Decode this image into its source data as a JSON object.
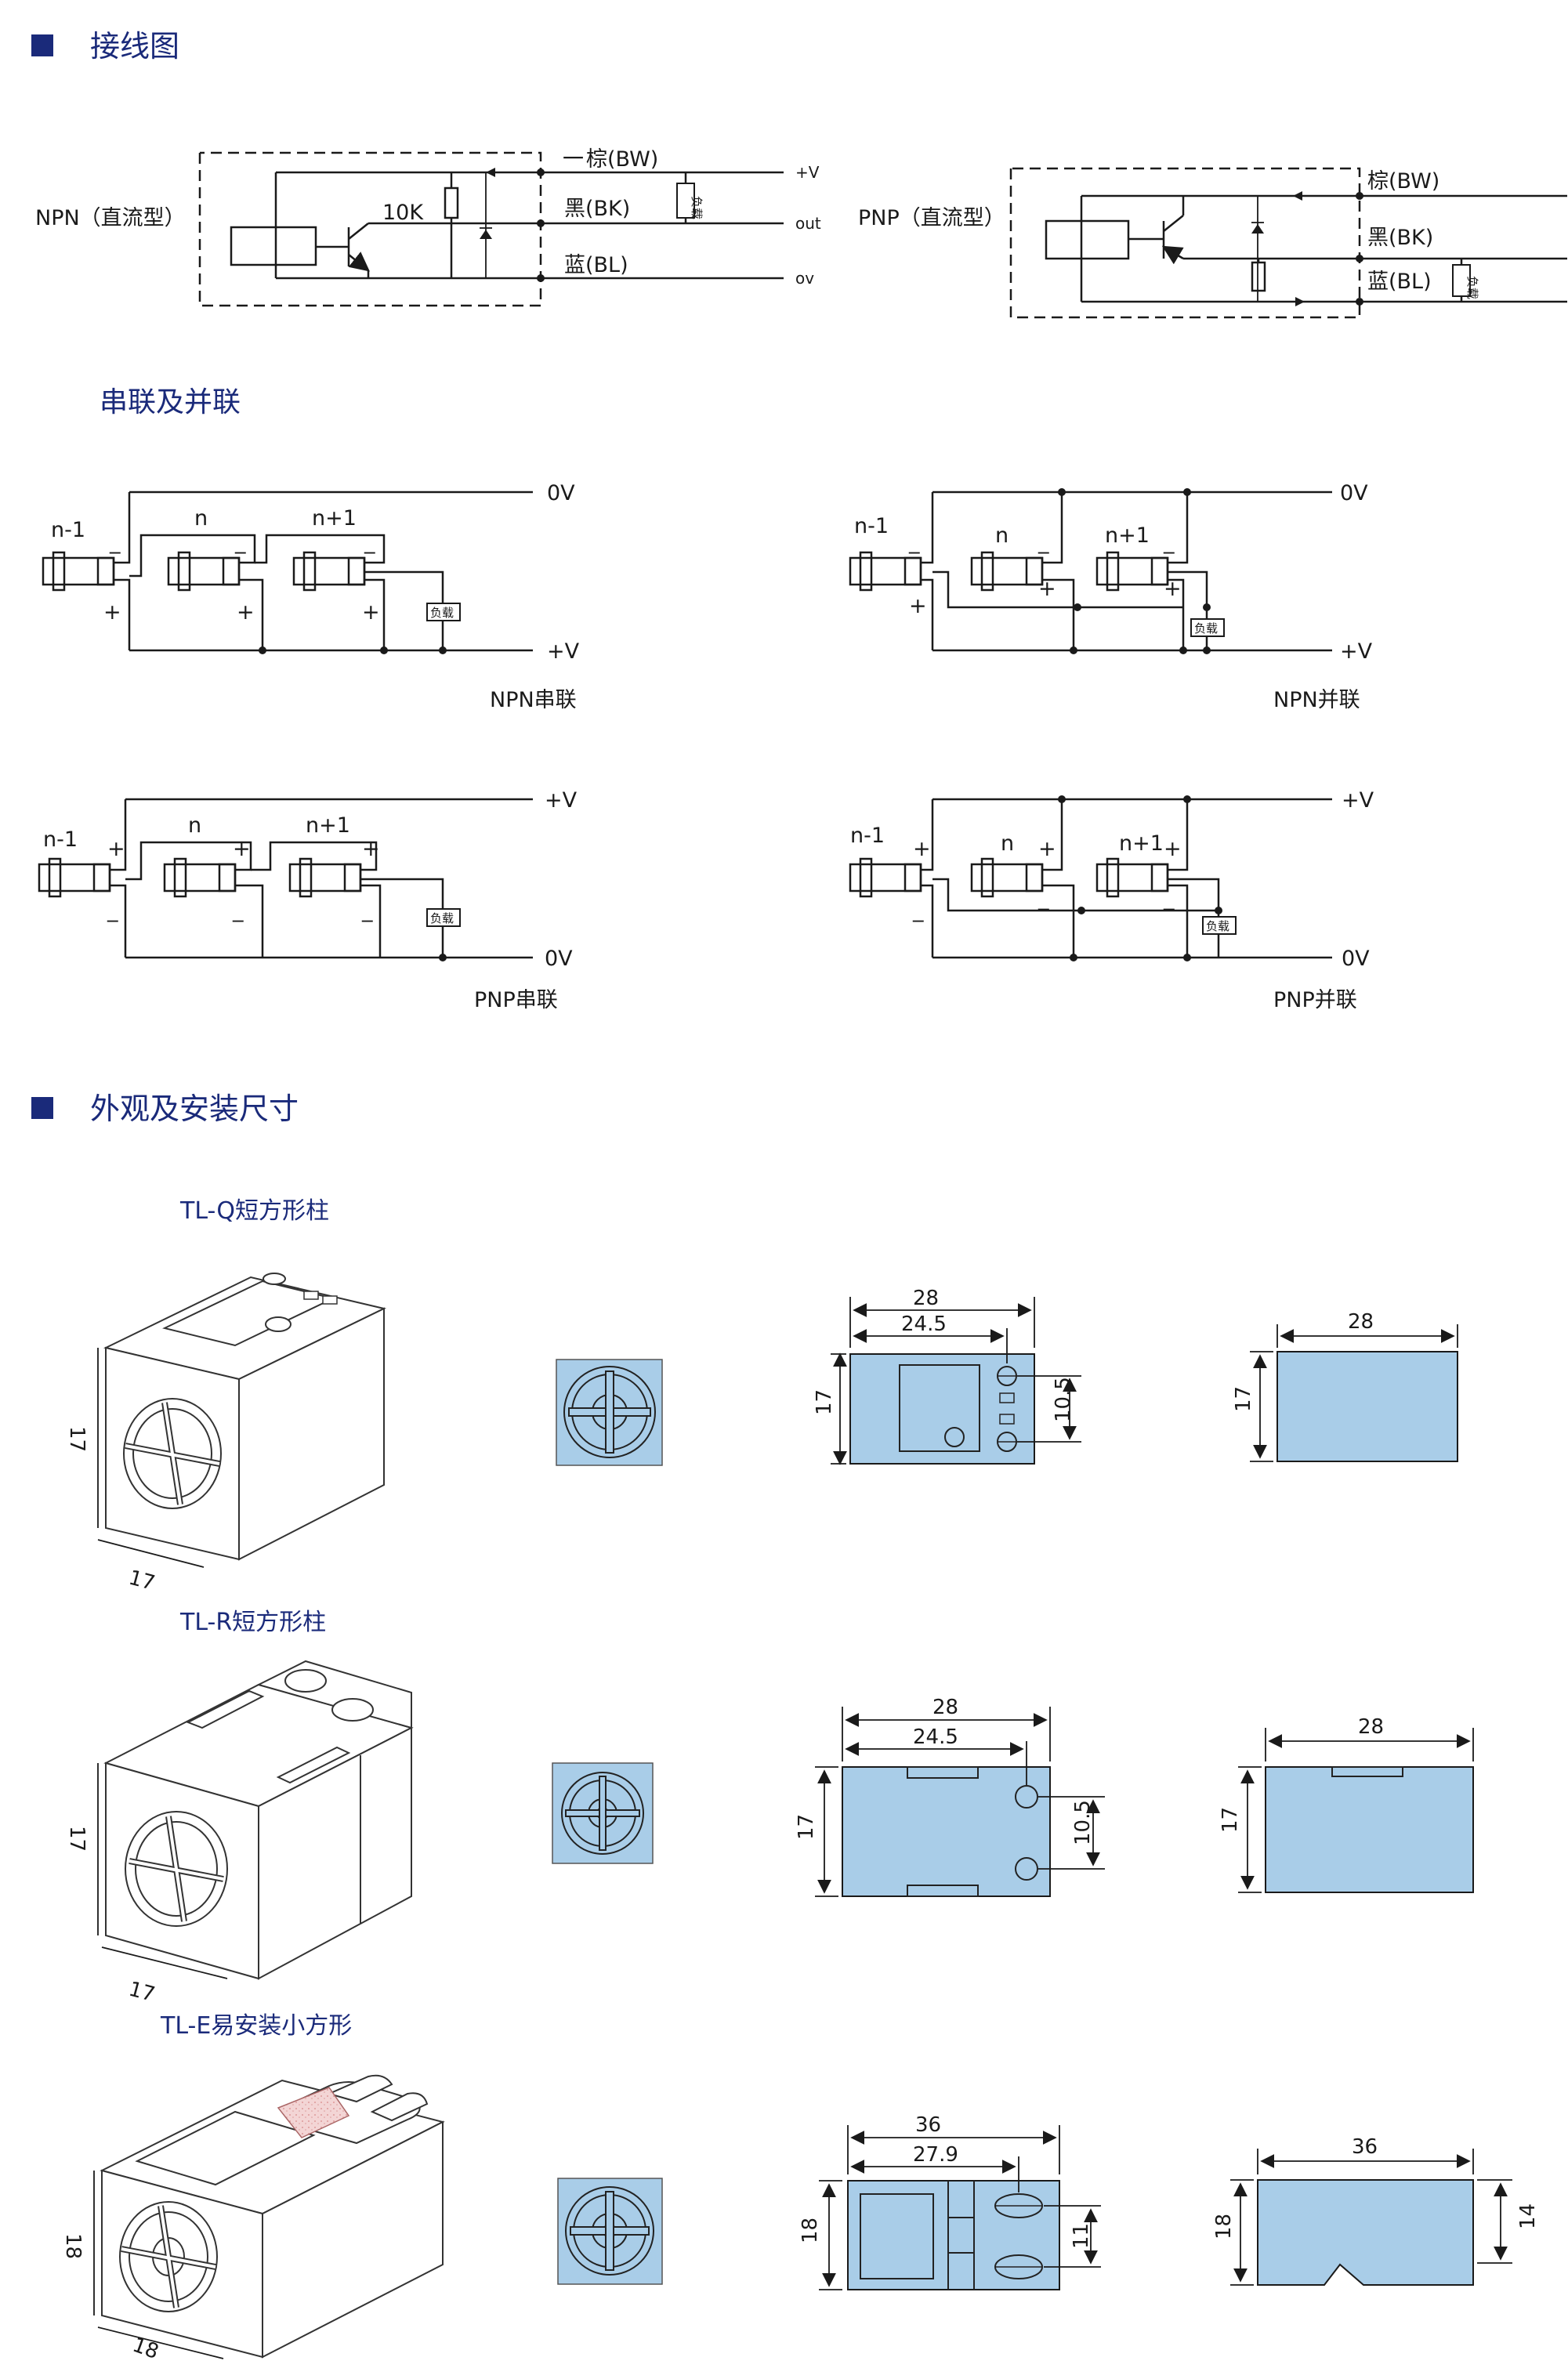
{
  "sections": {
    "wiring": "接线图",
    "series_parallel": "串联及并联",
    "appearance": "外观及安装尺寸"
  },
  "wiring": {
    "npn_label": "NPN（直流型）",
    "pnp_label": "PNP（直流型）",
    "resistor": "10K",
    "wire_brown": "棕(BW)",
    "wire_black": "黑(BK)",
    "wire_blue": "蓝(BL)",
    "brown_prefix": "一",
    "term_pv": "+V",
    "term_out": "out",
    "term_ov": "ov",
    "load": "负载"
  },
  "series": {
    "npn_series": "NPN串联",
    "npn_parallel": "NPN并联",
    "pnp_series": "PNP串联",
    "pnp_parallel": "PNP并联",
    "n_minus": "n-1",
    "n": "n",
    "n_plus": "n+1",
    "ov": "0V",
    "pv": "+V",
    "plus": "+",
    "minus": "_",
    "load": "负载"
  },
  "products": [
    {
      "name": "TL-Q短方形柱",
      "iso_w": "17",
      "iso_h": "17",
      "top_total": "28",
      "top_inner": "24.5",
      "hole": "10.5",
      "side_h": "17",
      "side_w": "28"
    },
    {
      "name": "TL-R短方形柱",
      "iso_w": "17",
      "iso_h": "17",
      "top_total": "28",
      "top_inner": "24.5",
      "hole": "10.5",
      "side_h": "17",
      "side_w": "28"
    },
    {
      "name": "TL-E易安装小方形",
      "iso_w": "18",
      "iso_h": "18",
      "top_total": "36",
      "top_inner": "27.9",
      "hole": "11",
      "side_h": "18",
      "side_w": "36",
      "side_h2": "14"
    }
  ],
  "colors": {
    "accent": "#1a2a7a",
    "fill": "#a9cde8"
  }
}
